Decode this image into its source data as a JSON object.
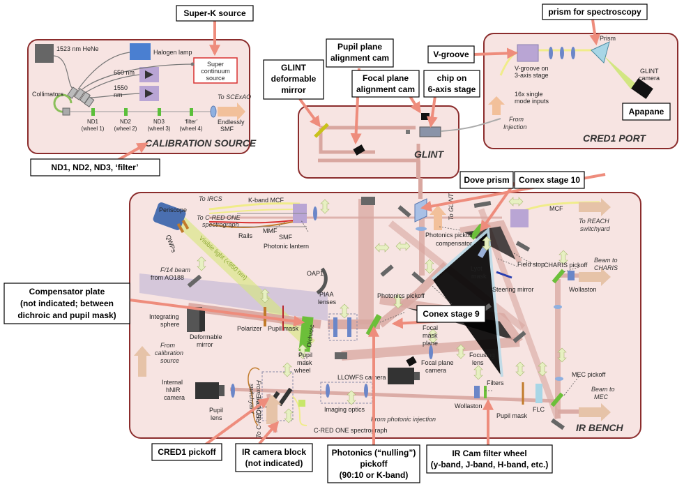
{
  "panels": {
    "calibration": {
      "title": "CALIBRATION SOURCE",
      "hene": "1523 nm HeNe",
      "halogen": "Halogen lamp",
      "super_lines": [
        "Super",
        "continuum",
        "source"
      ],
      "nm650": "650 nm",
      "nm1550_lines": [
        "1550",
        "nm"
      ],
      "collimators": "Collimators",
      "to_scexao": "To SCExAO",
      "endlessly_lines": [
        "Endlessly",
        "SMF"
      ],
      "filters": [
        {
          "name": "ND1",
          "wheel": "(wheel 1)"
        },
        {
          "name": "ND2",
          "wheel": "(wheel 2)"
        },
        {
          "name": "ND3",
          "wheel": "(wheel 3)"
        },
        {
          "name": "‘filter’",
          "wheel": "(wheel 4)"
        }
      ]
    },
    "glint": {
      "title": "GLINT"
    },
    "cred1": {
      "title": "CRED1 PORT",
      "vgroove_lines": [
        "V-groove on",
        "3-axis stage"
      ],
      "inputs_lines": [
        "16x single",
        "mode inputs"
      ],
      "from_injection_lines": [
        "From",
        "Injection"
      ],
      "prism": "Prism",
      "glint_camera_lines": [
        "GLINT",
        "camera"
      ]
    },
    "ir_bench": {
      "title": "IR BENCH",
      "labels": {
        "periscope": "Periscope",
        "qwps": "QWPs",
        "to_ircs": "To IRCS",
        "kband_mcf": "K-band MCF",
        "to_cred_one_lines": [
          "To C-RED ONE",
          "spectrograph"
        ],
        "rails": "Rails",
        "mmf": "MMF",
        "smf": "SMF",
        "photonic_lantern": "Photonic lantern",
        "visible_light": "Visible light (<950 nm)",
        "f14_lines": [
          "F/14 beam",
          "from AO188"
        ],
        "oap1": "OAP1",
        "integrating_lines": [
          "Integrating",
          "sphere"
        ],
        "from_calibration_lines": [
          "From",
          "calibration",
          "source"
        ],
        "deformable_lines": [
          "Deformable",
          "mirror"
        ],
        "polarizer": "Polarizer",
        "pupil_mask": "Pupil mask",
        "dichroic": "Dichroic",
        "piaa_lines": [
          "PIAA",
          "lenses"
        ],
        "pupil_mask_wheel_lines": [
          "Pupil",
          "mask",
          "wheel"
        ],
        "photonics_pickoff": "Photonics pickoff",
        "photonics_pickoff2": "Photonics pickoff",
        "compensator": "compensator",
        "to_glint": "To GLINT",
        "lyot_lines": [
          "Lyot",
          "mask"
        ],
        "field_stop": "Field stop",
        "steering_mirror": "Steering mirror",
        "mcf": "MCF",
        "to_reach_lines": [
          "To REACH",
          "switchyard"
        ],
        "charis_pickoff": "CHARIS pickoff",
        "beam_charis_lines": [
          "Beam to",
          "CHARIS"
        ],
        "wollaston": "Wollaston",
        "focal_mask_lines": [
          "Focal",
          "mask",
          "plane"
        ],
        "focal_plane_cam_lines": [
          "Focal plane",
          "camera"
        ],
        "focusing_lines": [
          "Focusing",
          "lens"
        ],
        "llowfs": "LLOWFS camera",
        "internal_lines": [
          "Internal",
          "hNIR",
          "camera"
        ],
        "pupil_lens_lines": [
          "Pupil",
          "lens"
        ],
        "from_reach_lines": [
          "From REACH",
          "switchyard"
        ],
        "to_cred_one2": "To C-RED ONE",
        "imaging_optics": "Imaging optics",
        "cred_spectrograph": "C-RED ONE spectrograph",
        "from_photonic": "From photonic injection",
        "filters": "Filters",
        "wollaston2": "Wollaston",
        "pupil_mask2": "Pupil mask",
        "flc": "FLC",
        "mec_pickoff": "MEC pickoff",
        "beam_mec_lines": [
          "Beam to",
          "MEC"
        ]
      }
    }
  },
  "callouts": {
    "super_k": [
      "Super-K source"
    ],
    "nd_filters": [
      "ND1, ND2, ND3, ‘filter’"
    ],
    "glint_dm": [
      "GLINT",
      "deformable",
      "mirror"
    ],
    "pupil_cam": [
      "Pupil plane",
      "alignment cam"
    ],
    "focal_cam": [
      "Focal plane",
      "alignment cam"
    ],
    "chip": [
      "chip on",
      "6-axis stage"
    ],
    "vgroove": [
      "V-groove"
    ],
    "prism_spec": [
      "prism for spectroscopy"
    ],
    "apapane": [
      "Apapane"
    ],
    "dove": [
      "Dove prism"
    ],
    "conex10": [
      "Conex stage 10"
    ],
    "compensator": [
      "Compensator plate",
      "(not indicated; between",
      "dichroic and pupil mask)"
    ],
    "conex9": [
      "Conex stage 9"
    ],
    "cred1_pickoff": [
      "CRED1 pickoff"
    ],
    "ir_block": [
      "IR camera block",
      "(not indicated)"
    ],
    "photonics_nulling": [
      "Photonics (“nulling”)",
      "pickoff",
      "(90:10 or K-band)"
    ],
    "ir_filter_wheel": [
      "IR Cam filter wheel",
      "(y-band, J-band, H-band, etc.)"
    ]
  },
  "colors": {
    "panel_fill": "#f7e4e2",
    "panel_stroke": "#8b2c2c",
    "beam": "#d9a7a0",
    "callout_arrow": "#ee8c7c",
    "orange_arrow": "#f2c09a",
    "fiber_yellow": "#f0ec8a",
    "visible_green": "#d6e87a",
    "f14_purple": "#b9aed4"
  }
}
